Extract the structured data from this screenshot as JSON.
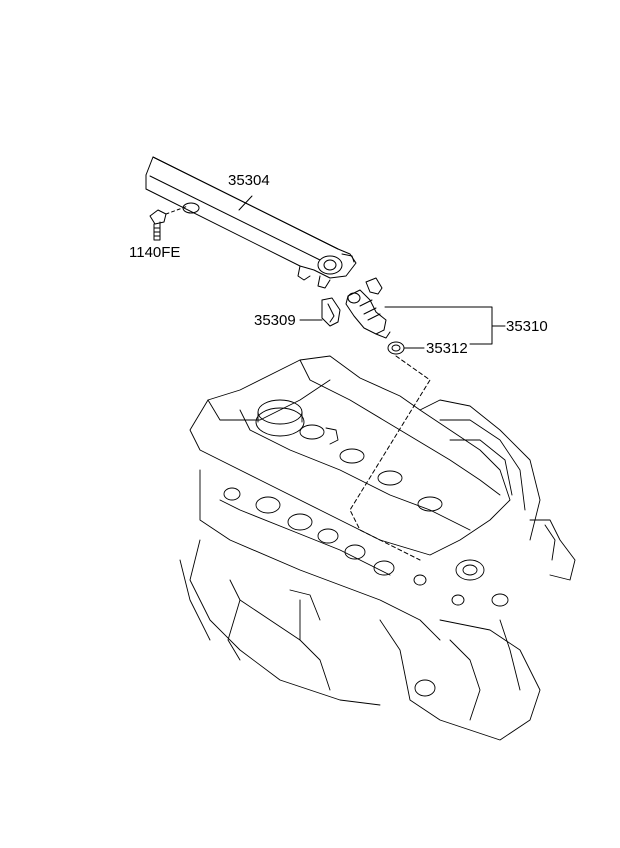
{
  "diagram": {
    "colors": {
      "line": "#000000",
      "background": "#ffffff"
    },
    "labels": {
      "fuel_rail": "35304",
      "bolt": "1140FE",
      "clip": "35309",
      "injector_assembly": "35310",
      "o_ring": "35312"
    }
  }
}
